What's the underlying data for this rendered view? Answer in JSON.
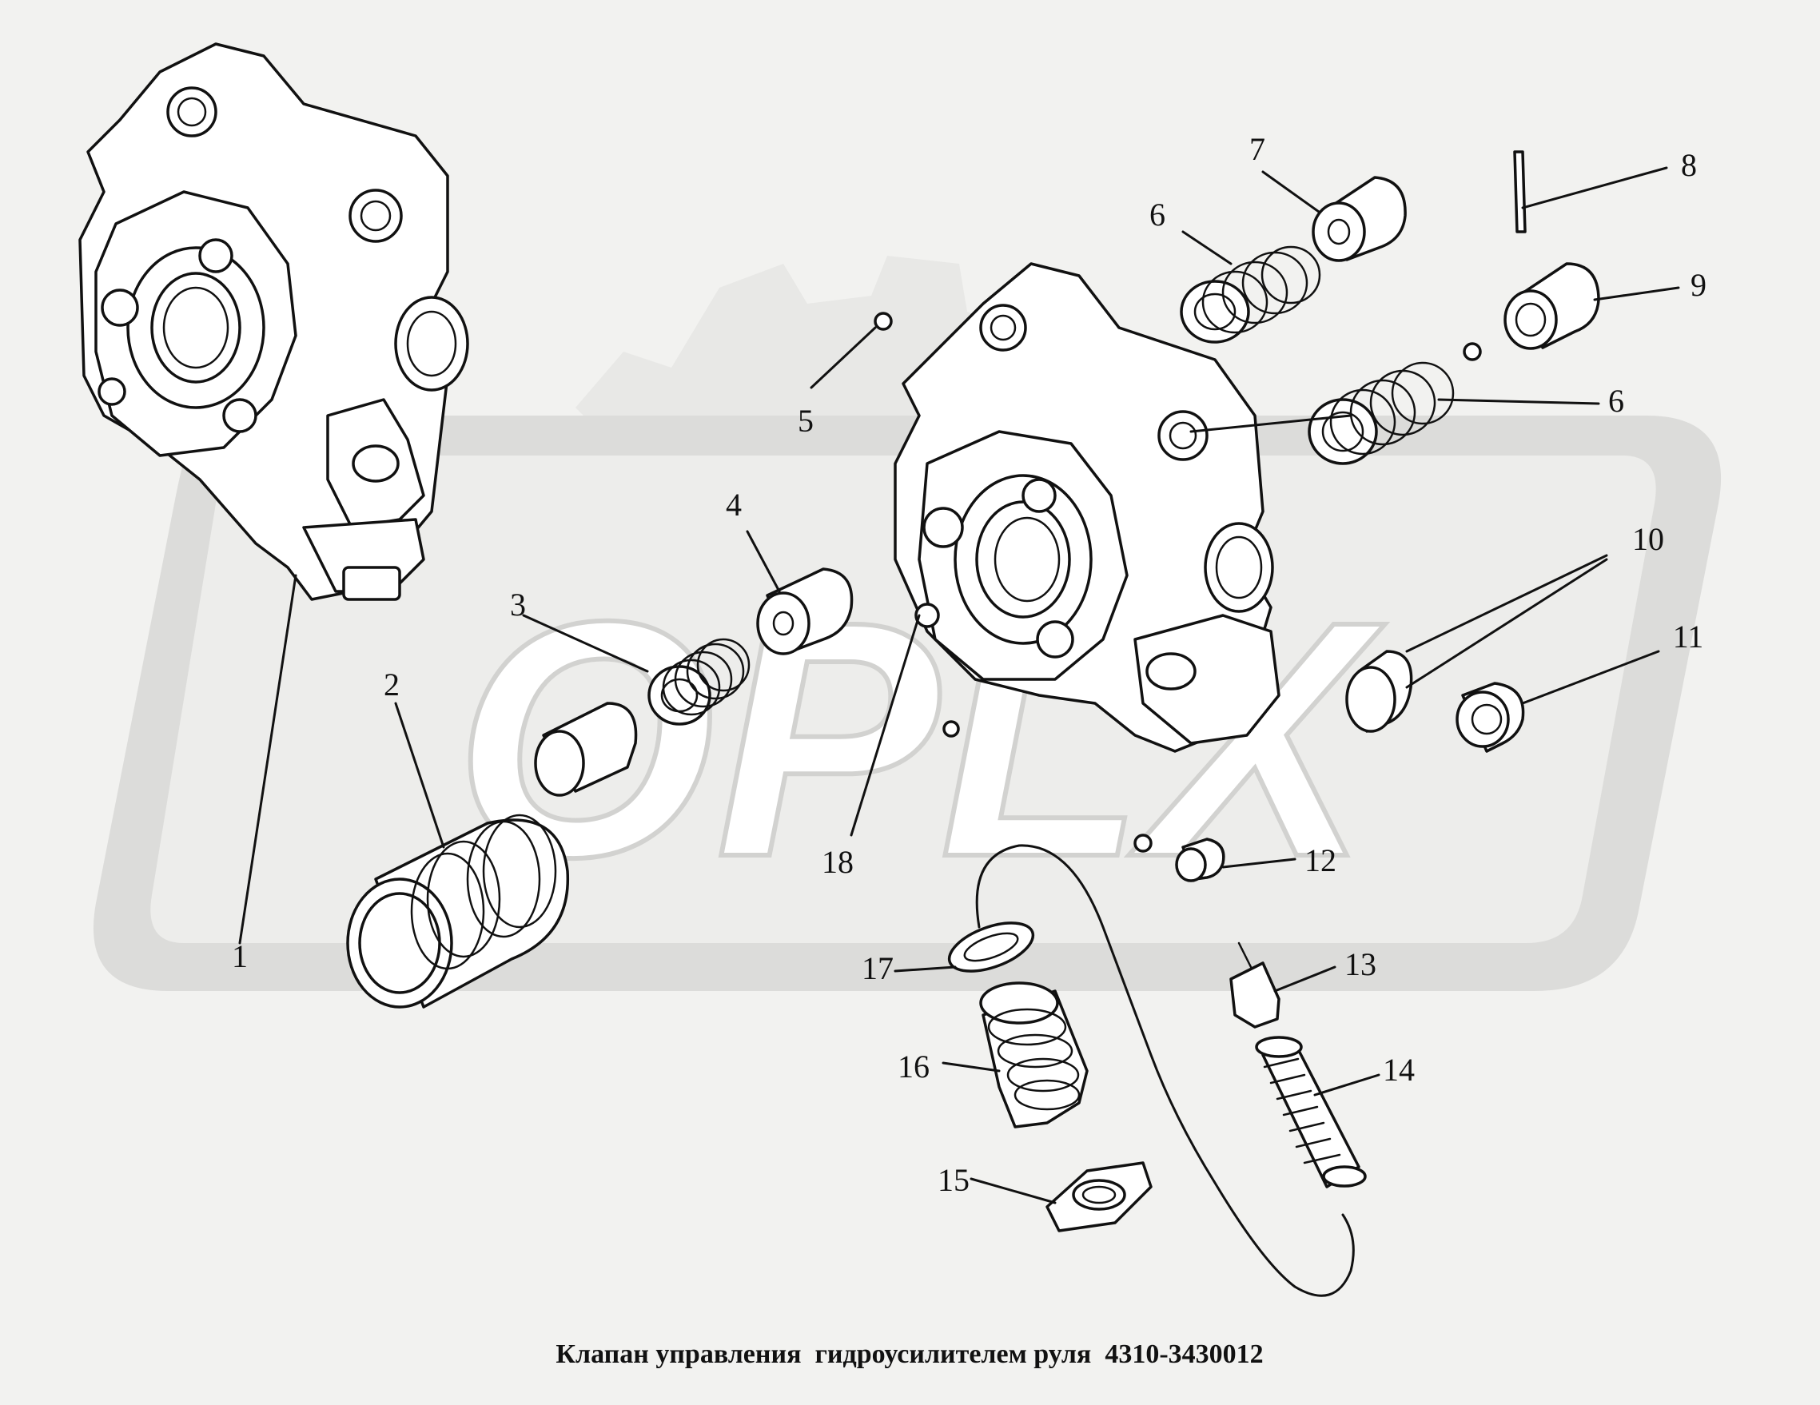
{
  "caption": "Клапан управления  гидроусилителем руля  4310-3430012",
  "watermark": {
    "text": "OPLX",
    "color": "#dcdcda"
  },
  "callouts": [
    {
      "id": "1",
      "label": "1"
    },
    {
      "id": "2",
      "label": "2"
    },
    {
      "id": "3",
      "label": "3"
    },
    {
      "id": "4",
      "label": "4"
    },
    {
      "id": "5",
      "label": "5"
    },
    {
      "id": "6a",
      "label": "6"
    },
    {
      "id": "6b",
      "label": "6"
    },
    {
      "id": "7",
      "label": "7"
    },
    {
      "id": "8",
      "label": "8"
    },
    {
      "id": "9",
      "label": "9"
    },
    {
      "id": "10",
      "label": "10"
    },
    {
      "id": "11",
      "label": "11"
    },
    {
      "id": "12",
      "label": "12"
    },
    {
      "id": "13",
      "label": "13"
    },
    {
      "id": "14",
      "label": "14"
    },
    {
      "id": "15",
      "label": "15"
    },
    {
      "id": "16",
      "label": "16"
    },
    {
      "id": "17",
      "label": "17"
    },
    {
      "id": "18",
      "label": "18"
    }
  ]
}
